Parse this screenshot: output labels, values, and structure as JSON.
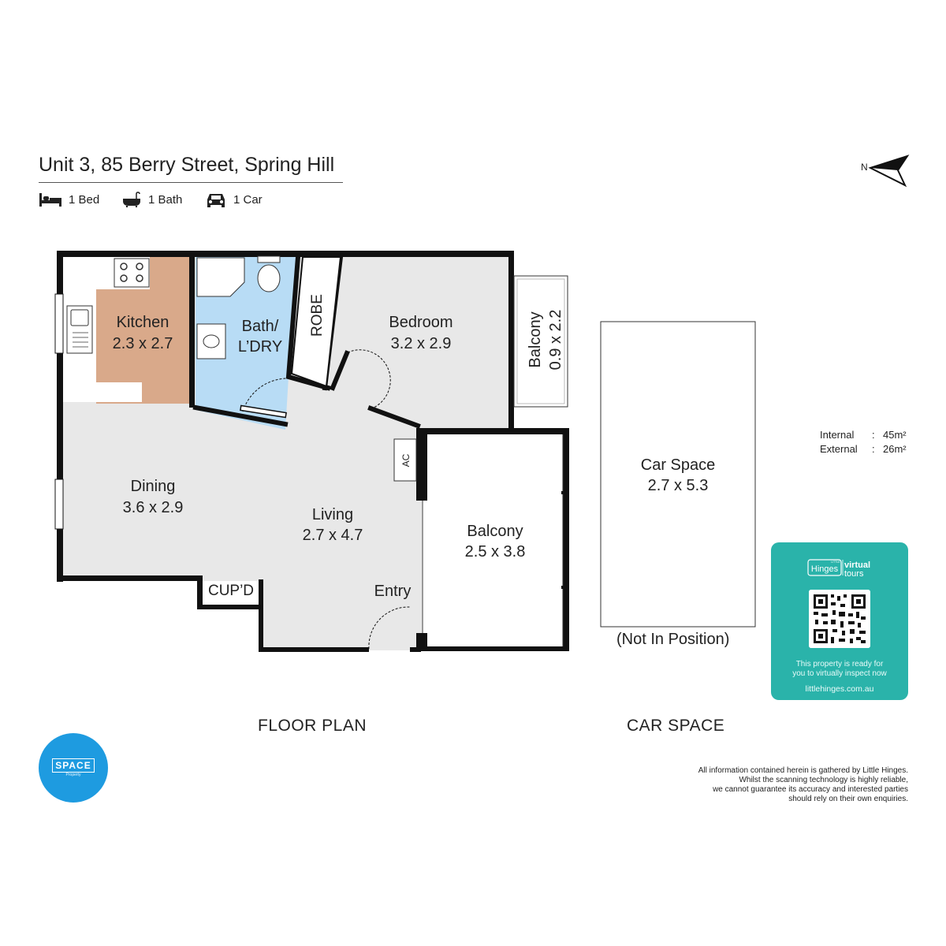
{
  "header": {
    "title": "Unit 3, 85 Berry Street, Spring Hill",
    "features": [
      {
        "icon": "bed-icon",
        "label": "1 Bed"
      },
      {
        "icon": "bath-icon",
        "label": "1 Bath"
      },
      {
        "icon": "car-icon",
        "label": "1 Car"
      }
    ]
  },
  "compass": {
    "label": "N"
  },
  "rooms": {
    "kitchen": {
      "name": "Kitchen",
      "size": "2.3 x 2.7"
    },
    "bath": {
      "name": "Bath/",
      "name2": "L’DRY"
    },
    "robe": {
      "name": "ROBE"
    },
    "bedroom": {
      "name": "Bedroom",
      "size": "3.2 x 2.9"
    },
    "balcony_small": {
      "name": "Balcony",
      "size": "0.9 x 2.2"
    },
    "dining": {
      "name": "Dining",
      "size": "3.6  x 2.9"
    },
    "living": {
      "name": "Living",
      "size": "2.7  x 4.7"
    },
    "balcony": {
      "name": "Balcony",
      "size": "2.5 x 3.8"
    },
    "cupd": {
      "name": "CUP’D"
    },
    "entry": {
      "name": "Entry"
    },
    "ac": {
      "name": "AC"
    },
    "car_space": {
      "name": "Car Space",
      "size": "2.7 x 5.3",
      "note": "(Not In Position)"
    }
  },
  "areas": [
    {
      "label": "Internal",
      "sep": ":",
      "value": "45m²"
    },
    {
      "label": "External",
      "sep": ":",
      "value": "26m²"
    }
  ],
  "captions": {
    "floor_plan": "FLOOR PLAN",
    "car_space": "CAR SPACE"
  },
  "virtual_tour": {
    "brand": "Hinges",
    "brand_small": "LITTLE",
    "product": "virtual",
    "product2": "tours",
    "line1": "This property is ready for",
    "line2": "you to virtually inspect now",
    "url": "littlehinges.com.au"
  },
  "agency_logo": {
    "name": "SPACE",
    "sub": "Property"
  },
  "disclaimer": [
    "All information contained herein is gathered by Little Hinges.",
    "Whilst the scanning technology is highly reliable,",
    "we cannot guarantee its accuracy and interested parties",
    "should rely on their own enquiries."
  ],
  "colors": {
    "floor": "#e8e8e8",
    "kitchen": "#d9a98a",
    "bath": "#b8dcf5",
    "wall": "#111111",
    "vt_card": "#2ab3aa",
    "agency": "#1e9be0"
  }
}
